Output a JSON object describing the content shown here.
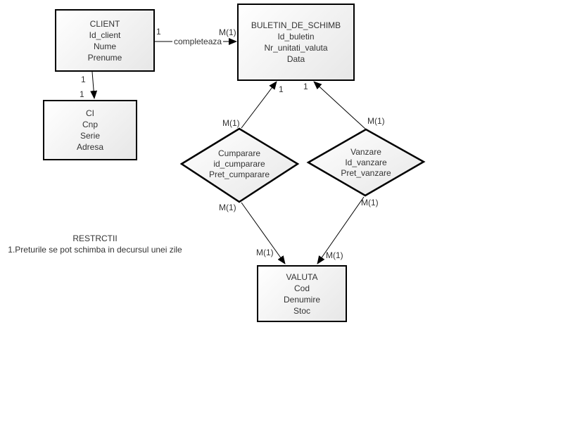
{
  "colors": {
    "shape_border": "#000000",
    "shape_fill_start": "#ffffff",
    "shape_fill_end": "#e7e7e7",
    "text": "#333333"
  },
  "entities": {
    "client": {
      "title": "CLIENT",
      "attributes": [
        "Id_client",
        "Nume",
        "Prenume"
      ]
    },
    "buletin": {
      "title": "BULETIN_DE_SCHIMB",
      "attributes": [
        "Id_buletin",
        "Nr_unitati_valuta",
        "Data"
      ]
    },
    "ci": {
      "title": "CI",
      "attributes": [
        "Cnp",
        "Serie",
        "Adresa"
      ]
    },
    "valuta": {
      "title": "VALUTA",
      "attributes": [
        "Cod",
        "Denumire",
        "Stoc"
      ]
    }
  },
  "relationships": {
    "cumparare": {
      "title": "Cumparare",
      "attributes": [
        "id_cumparare",
        "Pret_cumparare"
      ]
    },
    "vanzare": {
      "title": "Vanzare",
      "attributes": [
        "Id_vanzare",
        "Pret_vanzare"
      ]
    }
  },
  "connector_labels": {
    "completeaza": "completeaza",
    "client_buletin_one": "1",
    "client_buletin_many": "M(1)",
    "client_ci_one_top": "1",
    "client_ci_one_bottom": "1",
    "cumparare_buletin_one": "1",
    "cumparare_buletin_many": "M(1)",
    "vanzare_buletin_one": "1",
    "vanzare_buletin_many": "M(1)",
    "cumparare_valuta_many_upper": "M(1)",
    "cumparare_valuta_many_lower": "M(1)",
    "vanzare_valuta_many_upper": "M(1)",
    "vanzare_valuta_many_lower": "M(1)"
  },
  "notes": {
    "title": "RESTRCTII",
    "items": [
      "1.Preturile se pot schimba in decursul unei zile"
    ]
  }
}
